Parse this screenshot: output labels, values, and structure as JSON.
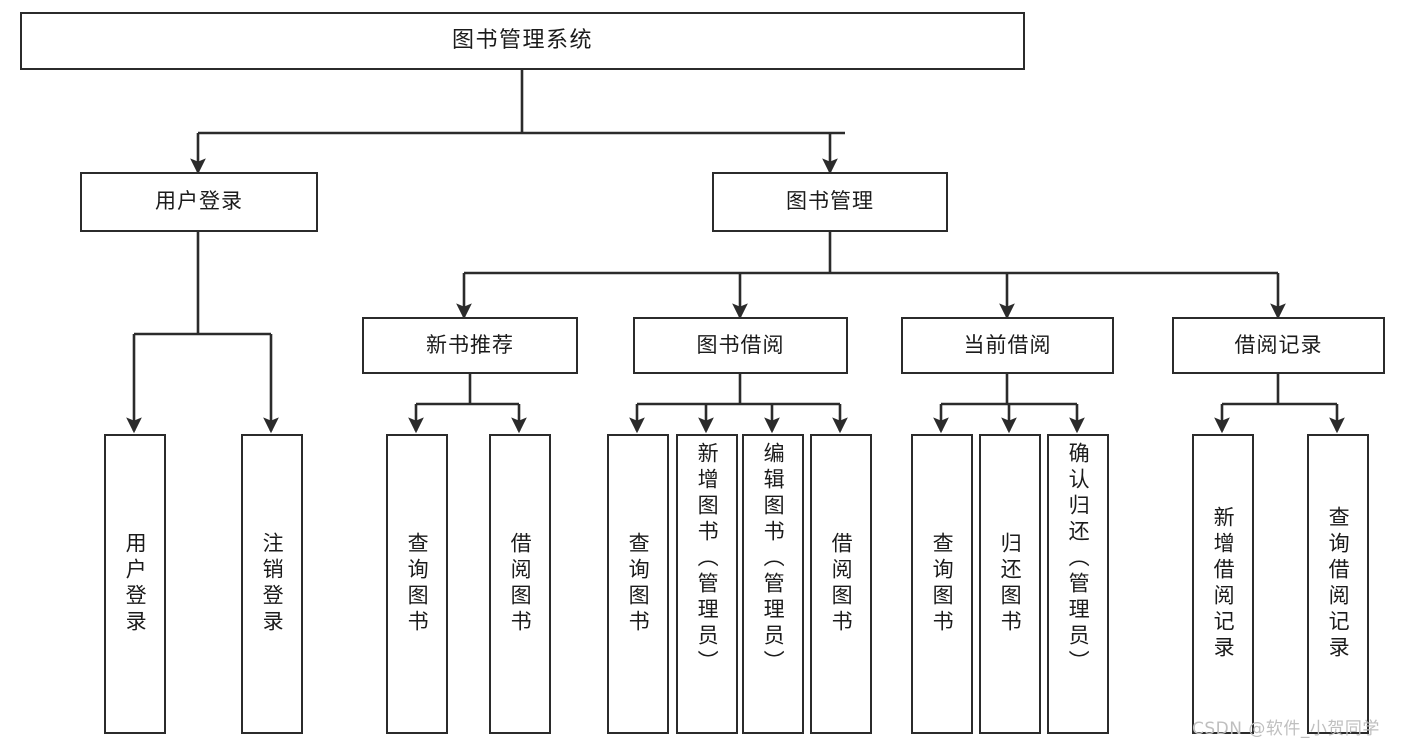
{
  "diagram": {
    "type": "tree",
    "title": "图书管理系统",
    "orientation": "top-down",
    "stroke_color": "#2b2b2b",
    "fill_color": "#ffffff",
    "text_color": "#1b1b1b",
    "root": {
      "label": "图书管理系统",
      "children": [
        {
          "label": "用户登录",
          "children": [
            {
              "label": "用户登录"
            },
            {
              "label": "注销登录"
            }
          ]
        },
        {
          "label": "图书管理",
          "children": [
            {
              "label": "新书推荐",
              "children": [
                {
                  "label": "查询图书"
                },
                {
                  "label": "借阅图书"
                }
              ]
            },
            {
              "label": "图书借阅",
              "children": [
                {
                  "label": "查询图书"
                },
                {
                  "label": "新增图书（管理员）"
                },
                {
                  "label": "编辑图书（管理员）"
                },
                {
                  "label": "借阅图书"
                }
              ]
            },
            {
              "label": "当前借阅",
              "children": [
                {
                  "label": "查询图书"
                },
                {
                  "label": "归还图书"
                },
                {
                  "label": "确认归还（管理员）"
                }
              ]
            },
            {
              "label": "借阅记录",
              "children": [
                {
                  "label": "新增借阅记录"
                },
                {
                  "label": "查询借阅记录"
                }
              ]
            }
          ]
        }
      ]
    }
  },
  "nodes": {
    "root": "图书管理系统",
    "l1_user_login": "用户登录",
    "l1_book_manage": "图书管理",
    "l2_new_book": "新书推荐",
    "l2_borrow": "图书借阅",
    "l2_current": "当前借阅",
    "l2_record": "借阅记录",
    "leaf_user_login": "用户登录",
    "leaf_logout": "注销登录",
    "leaf_query_book_1": "查询图书",
    "leaf_borrow_book_1": "借阅图书",
    "leaf_query_book_2": "查询图书",
    "leaf_add_book": "新增图书（管理员）",
    "leaf_edit_book": "编辑图书（管理员）",
    "leaf_borrow_book_2": "借阅图书",
    "leaf_query_book_3": "查询图书",
    "leaf_return_book": "归还图书",
    "leaf_confirm_return": "确认归还（管理员）",
    "leaf_add_record": "新增借阅记录",
    "leaf_query_record": "查询借阅记录"
  },
  "watermark": {
    "text": "CSDN @软件_小贺同学",
    "color": "#bfbfbf"
  }
}
